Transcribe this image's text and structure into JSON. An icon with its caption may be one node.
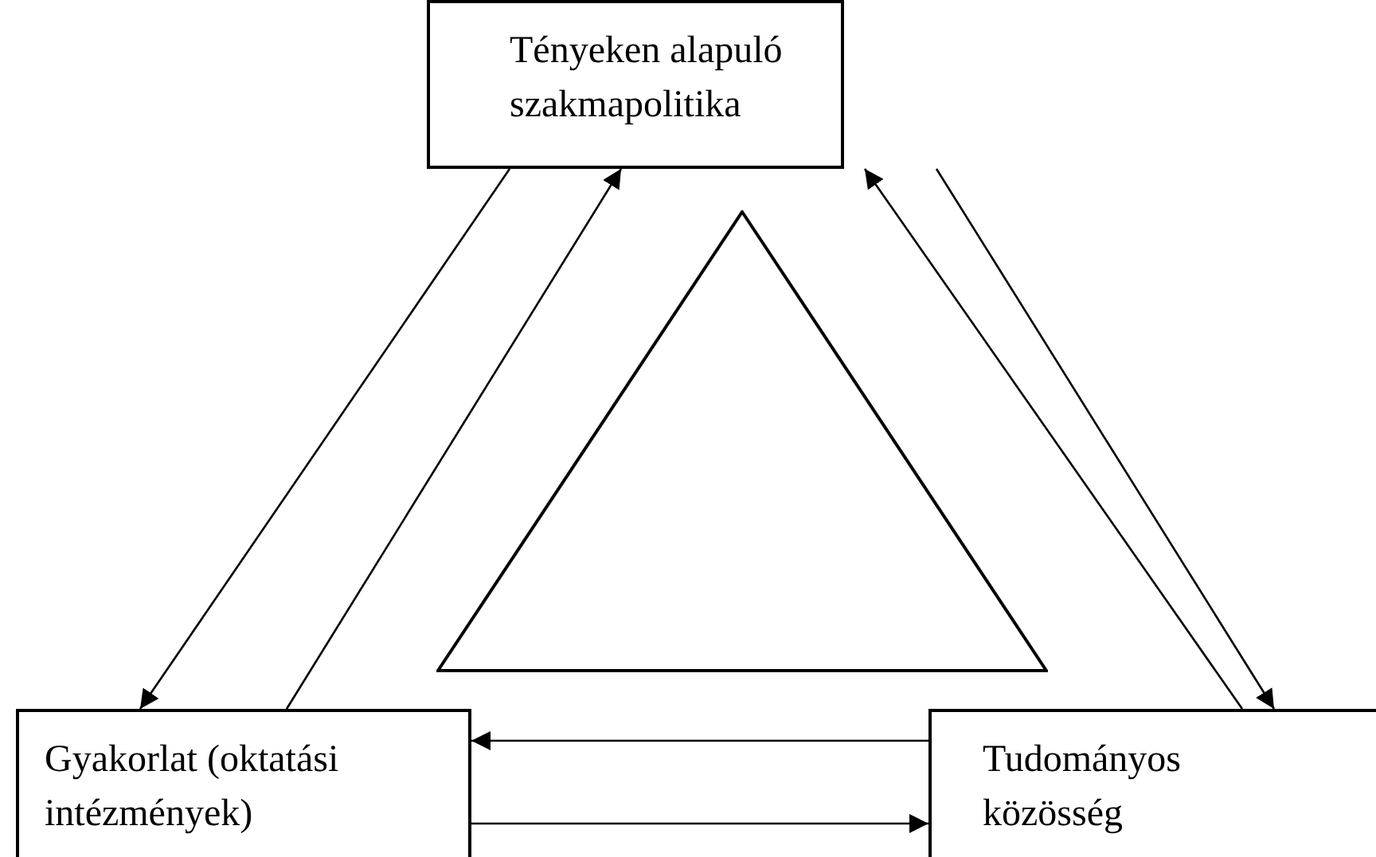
{
  "diagram": {
    "nodes": [
      {
        "text": [
          "Tényeken alapuló szakmapolitika"
        ]
      },
      {
        "text": [
          "Gyakorlat (oktatási intézmények)"
        ]
      },
      {
        "text": [
          "Tudományos közösség"
        ]
      },
      {
        "text": [],
        "shape": "triangle"
      }
    ],
    "edges": [
      {
        "from": 0,
        "to": 1,
        "arrow": "to"
      },
      {
        "from": 1,
        "to": 0,
        "arrow": "to"
      },
      {
        "from": 2,
        "to": 0,
        "arrow": "to"
      },
      {
        "from": 0,
        "to": 2,
        "arrow": "to"
      },
      {
        "from": 2,
        "to": 1,
        "arrow": "to"
      },
      {
        "from": 1,
        "to": 2,
        "arrow": "to"
      }
    ]
  }
}
